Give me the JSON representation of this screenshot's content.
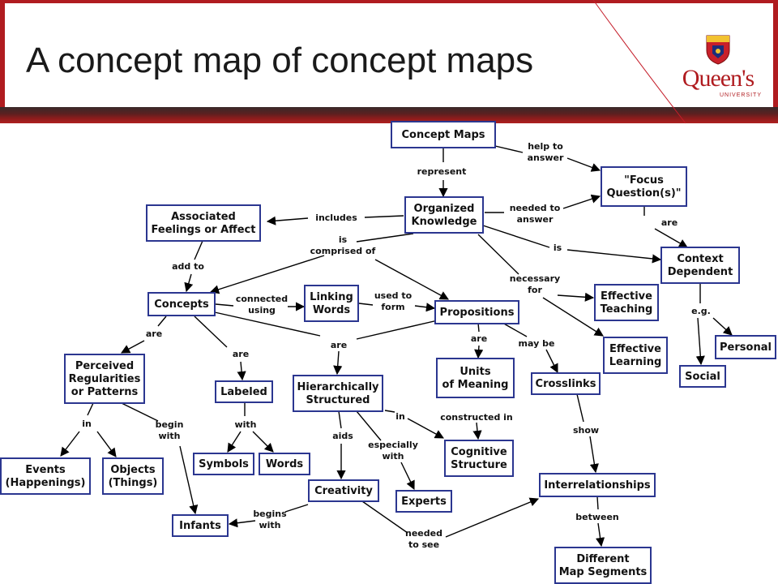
{
  "slide": {
    "title": "A concept map of concept maps",
    "logo_text": "Queen's",
    "logo_subtext": "UNIVERSITY"
  },
  "colors": {
    "accent": "#b01c20",
    "node_border": "#2b3690"
  },
  "concepts": [
    {
      "id": "concept_maps",
      "label": "Concept Maps"
    },
    {
      "id": "focus_q",
      "label": "\"Focus\nQuestion(s)\""
    },
    {
      "id": "org_knowledge",
      "label": "Organized\nKnowledge"
    },
    {
      "id": "assoc",
      "label": "Associated\nFeelings or Affect"
    },
    {
      "id": "context",
      "label": "Context\nDependent"
    },
    {
      "id": "concepts",
      "label": "Concepts"
    },
    {
      "id": "linking",
      "label": "Linking\nWords"
    },
    {
      "id": "propositions",
      "label": "Propositions"
    },
    {
      "id": "eff_teaching",
      "label": "Effective\nTeaching"
    },
    {
      "id": "eff_learning",
      "label": "Effective\nLearning"
    },
    {
      "id": "personal",
      "label": "Personal"
    },
    {
      "id": "social",
      "label": "Social"
    },
    {
      "id": "perceived",
      "label": "Perceived\nRegularities\nor Patterns"
    },
    {
      "id": "labeled",
      "label": "Labeled"
    },
    {
      "id": "hier",
      "label": "Hierarchically\nStructured"
    },
    {
      "id": "units",
      "label": "Units\nof Meaning"
    },
    {
      "id": "crosslinks",
      "label": "Crosslinks"
    },
    {
      "id": "events",
      "label": "Events\n(Happenings)"
    },
    {
      "id": "objects",
      "label": "Objects\n(Things)"
    },
    {
      "id": "symbols",
      "label": "Symbols"
    },
    {
      "id": "words",
      "label": "Words"
    },
    {
      "id": "cognitive",
      "label": "Cognitive\nStructure"
    },
    {
      "id": "creativity",
      "label": "Creativity"
    },
    {
      "id": "experts",
      "label": "Experts"
    },
    {
      "id": "interrel",
      "label": "Interrelationships"
    },
    {
      "id": "infants",
      "label": "Infants"
    },
    {
      "id": "diff_segments",
      "label": "Different\nMap Segments"
    }
  ],
  "links": [
    {
      "id": "l_help",
      "label": "help to\nanswer"
    },
    {
      "id": "l_represent",
      "label": "represent"
    },
    {
      "id": "l_needed_answer",
      "label": "needed to\nanswer"
    },
    {
      "id": "l_includes",
      "label": "includes"
    },
    {
      "id": "l_are_focus",
      "label": "are"
    },
    {
      "id": "l_is",
      "label": "is"
    },
    {
      "id": "l_comprised",
      "label": "is\ncomprised of"
    },
    {
      "id": "l_add_to",
      "label": "add to"
    },
    {
      "id": "l_necessary",
      "label": "necessary\nfor"
    },
    {
      "id": "l_connected",
      "label": "connected\nusing"
    },
    {
      "id": "l_used_form",
      "label": "used to\nform"
    },
    {
      "id": "l_eg",
      "label": "e.g."
    },
    {
      "id": "l_are_concepts",
      "label": "are"
    },
    {
      "id": "l_are_labeled",
      "label": "are"
    },
    {
      "id": "l_are_hier",
      "label": "are"
    },
    {
      "id": "l_are_units",
      "label": "are"
    },
    {
      "id": "l_may_be",
      "label": "may be"
    },
    {
      "id": "l_in_events",
      "label": "in"
    },
    {
      "id": "l_begin_with",
      "label": "begin\nwith"
    },
    {
      "id": "l_with",
      "label": "with"
    },
    {
      "id": "l_in_cog",
      "label": "in"
    },
    {
      "id": "l_constructed",
      "label": "constructed in"
    },
    {
      "id": "l_aids",
      "label": "aids"
    },
    {
      "id": "l_especially",
      "label": "especially\nwith"
    },
    {
      "id": "l_show",
      "label": "show"
    },
    {
      "id": "l_begins_with",
      "label": "begins\nwith"
    },
    {
      "id": "l_needed_see",
      "label": "needed\nto see"
    },
    {
      "id": "l_between",
      "label": "between"
    }
  ]
}
